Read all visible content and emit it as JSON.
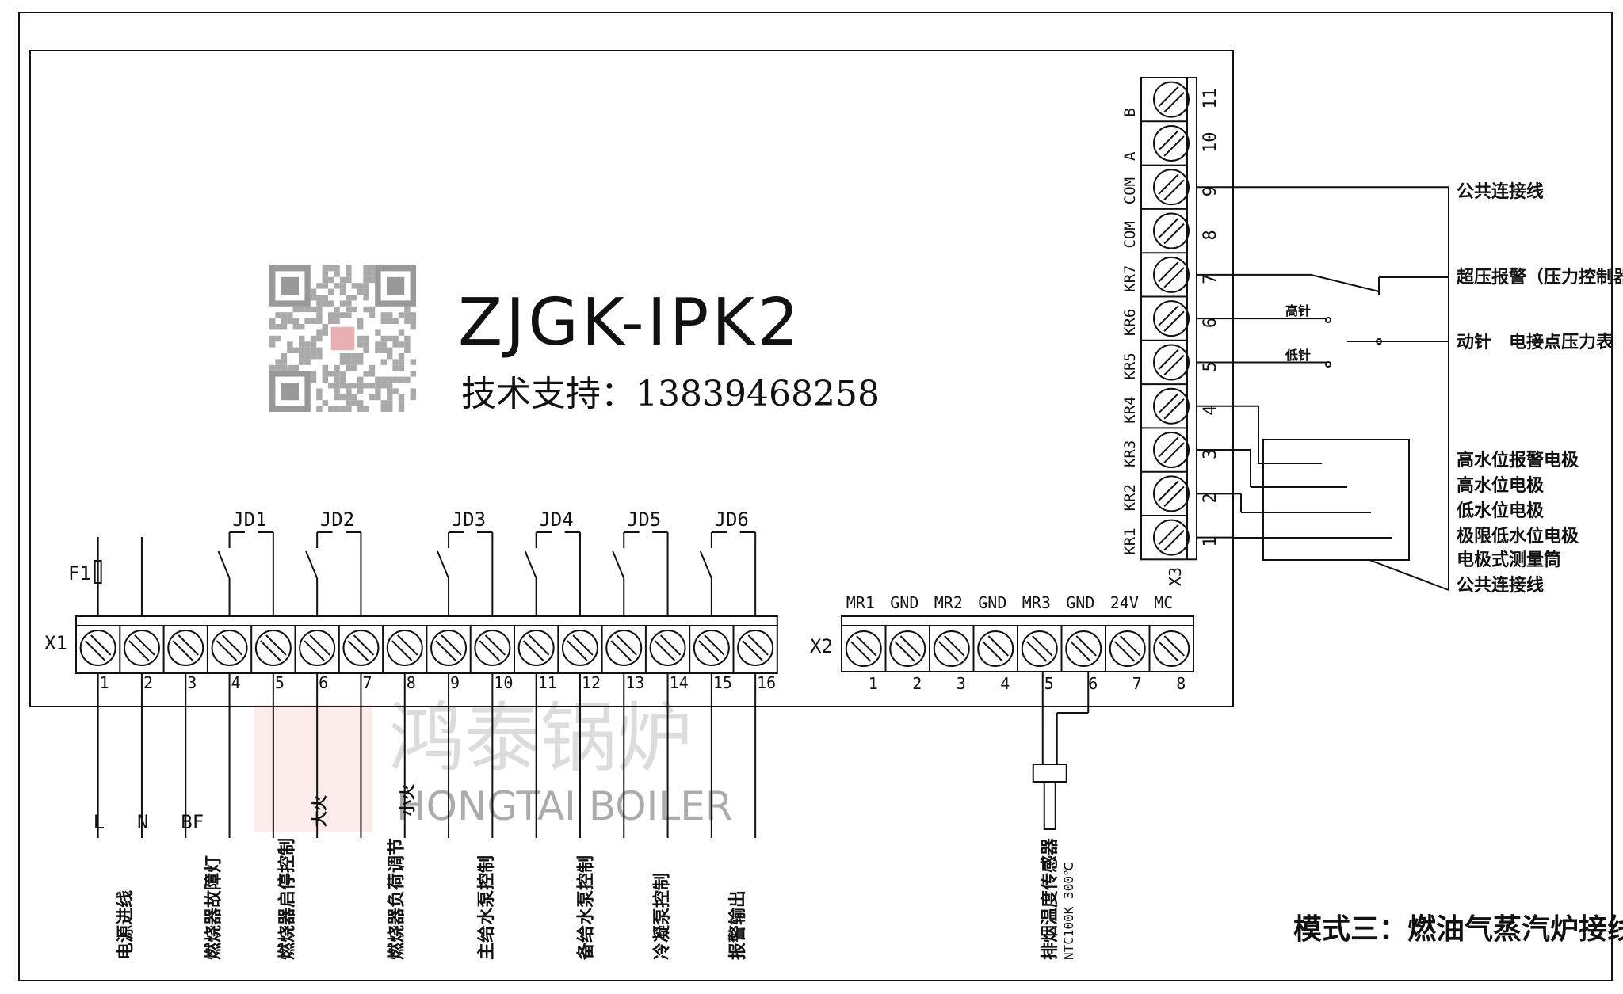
{
  "diagram": {
    "model": "ZJGK-IPK2",
    "support": "技术支持：13839468258",
    "caption": "模式三：燃油气蒸汽炉接线图",
    "watermark_cn": "鸿泰锅炉",
    "watermark_en": "HONGTAI BOILER",
    "fuse_label": "F1",
    "x1": {
      "label": "X1",
      "numbers": [
        "1",
        "2",
        "3",
        "4",
        "5",
        "6",
        "7",
        "8",
        "9",
        "10",
        "11",
        "12",
        "13",
        "14",
        "15",
        "16"
      ],
      "relays": [
        "JD1",
        "JD2",
        "JD3",
        "JD4",
        "JD5",
        "JD6"
      ],
      "wire_letters": [
        "L",
        "N",
        "BF"
      ],
      "fire_labels": [
        "大火",
        "小火"
      ],
      "functions": [
        "电源进线",
        "燃烧器故障灯",
        "燃烧器启停控制",
        "燃烧器负荷调节",
        "主给水泵控制",
        "备给水泵控制",
        "冷凝泵控制",
        "报警输出"
      ]
    },
    "x2": {
      "label": "X2",
      "tops": [
        "MR1",
        "GND",
        "MR2",
        "GND",
        "MR3",
        "GND",
        "24V",
        "MC"
      ],
      "numbers": [
        "1",
        "2",
        "3",
        "4",
        "5",
        "6",
        "7",
        "8"
      ],
      "sensor_name": "排烟温度传感器",
      "sensor_spec": "NTC100K 300℃"
    },
    "x3": {
      "label": "X3",
      "names": [
        "B",
        "A",
        "COM",
        "COM",
        "KR7",
        "KR6",
        "KR5",
        "KR4",
        "KR3",
        "KR2",
        "KR1"
      ],
      "numbers": [
        "11",
        "10",
        "9",
        "8",
        "7",
        "6",
        "5",
        "4",
        "3",
        "2",
        "1"
      ],
      "high_pin": "高针",
      "low_pin": "低针",
      "right_labels": {
        "common1": "公共连接线",
        "overpressure": "超压报警（压力控制器）",
        "gauge": "动针　电接点压力表",
        "e1": "高水位报警电极",
        "e2": "高水位电极",
        "e3": "低水位电极",
        "e4": "极限低水位电极",
        "e5": "电极式测量筒",
        "common2": "公共连接线"
      }
    }
  }
}
